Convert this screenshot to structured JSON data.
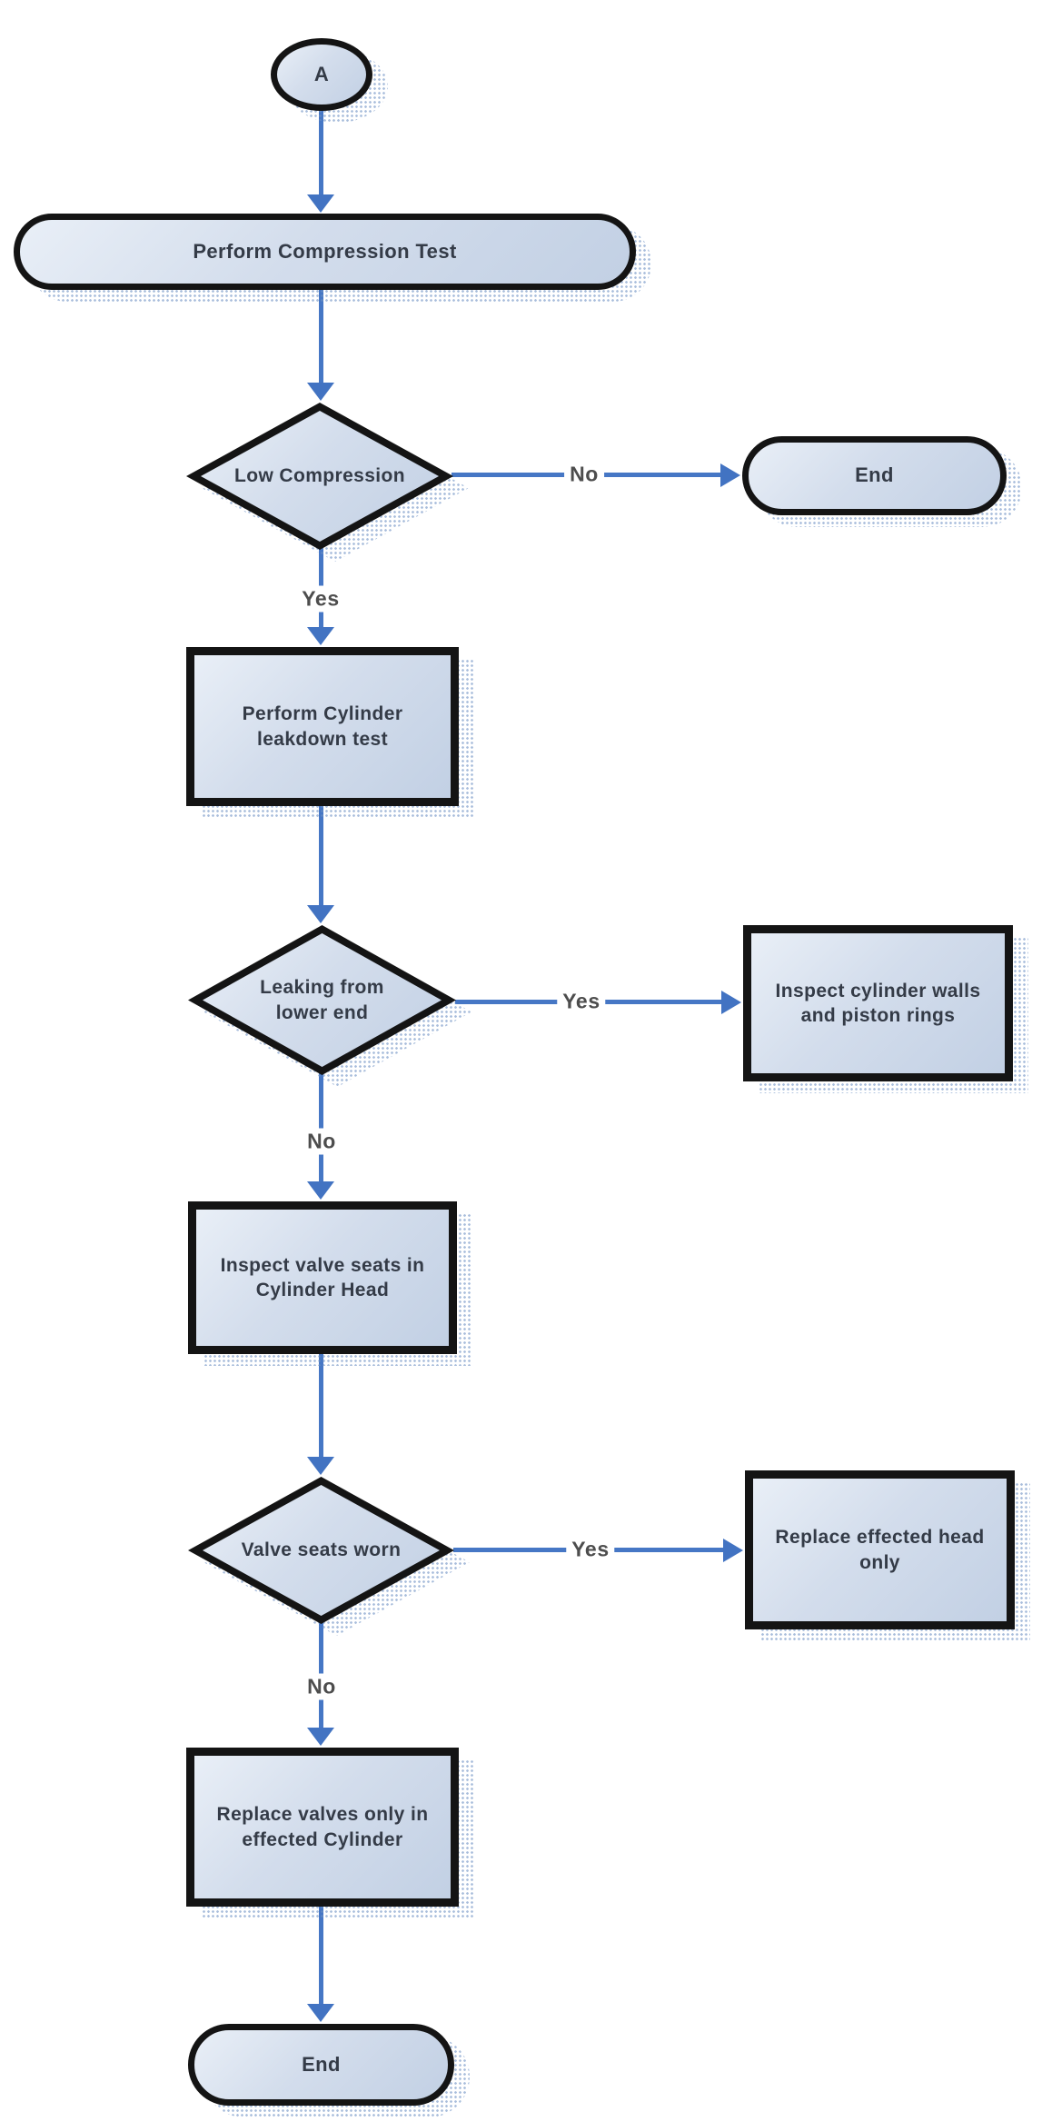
{
  "diagram": {
    "type": "flowchart",
    "background": "#ffffff",
    "colors": {
      "shape_fill_light": "#e9eff7",
      "shape_fill_dark": "#c2d0e4",
      "shape_border": "#141414",
      "arrow": "#4677c5",
      "shape_text": "#343b47",
      "edge_label_text": "#4d4d4d",
      "shadow_dots": "#a9bedf"
    },
    "nodes": [
      {
        "id": "connector-a",
        "type": "connector-circle",
        "label": "A"
      },
      {
        "id": "perform-compression-test",
        "type": "terminator",
        "label": "Perform Compression Test"
      },
      {
        "id": "low-compression",
        "type": "decision",
        "label": "Low Compression"
      },
      {
        "id": "end-top",
        "type": "terminator",
        "label": "End"
      },
      {
        "id": "perform-cylinder-leakdown-test",
        "type": "process",
        "label": "Perform Cylinder leakdown test"
      },
      {
        "id": "leaking-from-lower-end",
        "type": "decision",
        "label": "Leaking from lower end"
      },
      {
        "id": "inspect-cylinder-walls",
        "type": "process",
        "label": "Inspect cylinder walls and piston rings"
      },
      {
        "id": "inspect-valve-seats",
        "type": "process",
        "label": "Inspect valve seats in Cylinder Head"
      },
      {
        "id": "valve-seats-worn",
        "type": "decision",
        "label": "Valve seats worn"
      },
      {
        "id": "replace-effected-head",
        "type": "process",
        "label": "Replace effected head only"
      },
      {
        "id": "replace-valves",
        "type": "process",
        "label": "Replace valves only in effected Cylinder"
      },
      {
        "id": "end-bottom",
        "type": "terminator",
        "label": "End"
      }
    ],
    "edges": [
      {
        "name": "low-compression-no",
        "from": "low-compression",
        "to": "end-top",
        "label": "No"
      },
      {
        "name": "low-compression-yes",
        "from": "low-compression",
        "to": "perform-cylinder-leakdown-test",
        "label": "Yes"
      },
      {
        "name": "leaking-yes",
        "from": "leaking-from-lower-end",
        "to": "inspect-cylinder-walls",
        "label": "Yes"
      },
      {
        "name": "leaking-no",
        "from": "leaking-from-lower-end",
        "to": "inspect-valve-seats",
        "label": "No"
      },
      {
        "name": "valve-seats-yes",
        "from": "valve-seats-worn",
        "to": "replace-effected-head",
        "label": "Yes"
      },
      {
        "name": "valve-seats-no",
        "from": "valve-seats-worn",
        "to": "replace-valves",
        "label": "No"
      }
    ]
  }
}
